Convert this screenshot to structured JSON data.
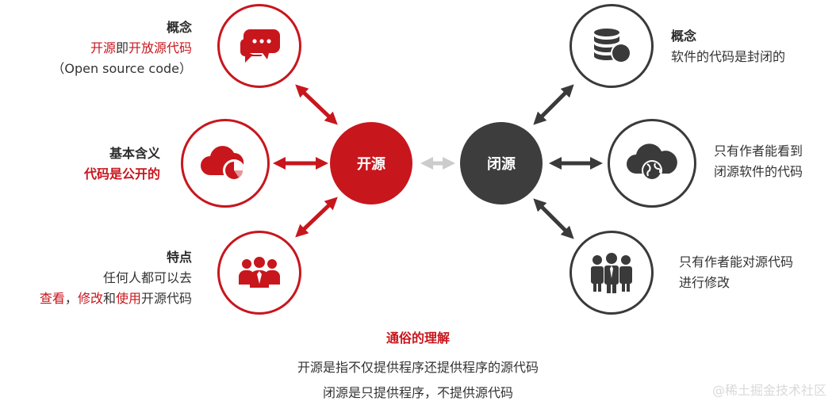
{
  "open_source": {
    "hub_label": "开源",
    "concept": {
      "heading": "概念",
      "line1_red": "开源",
      "line1_mid": "即",
      "line1_red2": "开放源代码",
      "line2": "（Open source code）"
    },
    "meaning": {
      "heading": "基本含义",
      "line1": "代码是公开的"
    },
    "features": {
      "heading": "特点",
      "line1": "任何人都可以去",
      "line2_red1": "查看",
      "line2_sep": "，",
      "line2_red2": "修改",
      "line2_and": "和",
      "line2_red3": "使用",
      "line2_tail": "开源代码"
    }
  },
  "closed_source": {
    "hub_label": "闭源",
    "concept": {
      "heading": "概念",
      "line1": "软件的代码是封闭的"
    },
    "item2": {
      "line1": "只有作者能看到",
      "line2": "闭源软件的代码"
    },
    "item3": {
      "line1": "只有作者能对源代码",
      "line2": "进行修改"
    }
  },
  "summary": {
    "title": "通俗的理解",
    "line1": "开源是指不仅提供程序还提供程序的源代码",
    "line2": "闭源是只提供程序，不提供源代码"
  },
  "watermark": "@稀土掘金技术社区",
  "colors": {
    "red": "#c8161d",
    "dark": "#3a3a3a",
    "light_arrow": "#cccccc"
  },
  "icons": [
    "chat-bubbles-icon",
    "cloud-chart-icon",
    "people-group-icon",
    "database-icon",
    "cloud-globe-icon",
    "business-team-icon"
  ]
}
